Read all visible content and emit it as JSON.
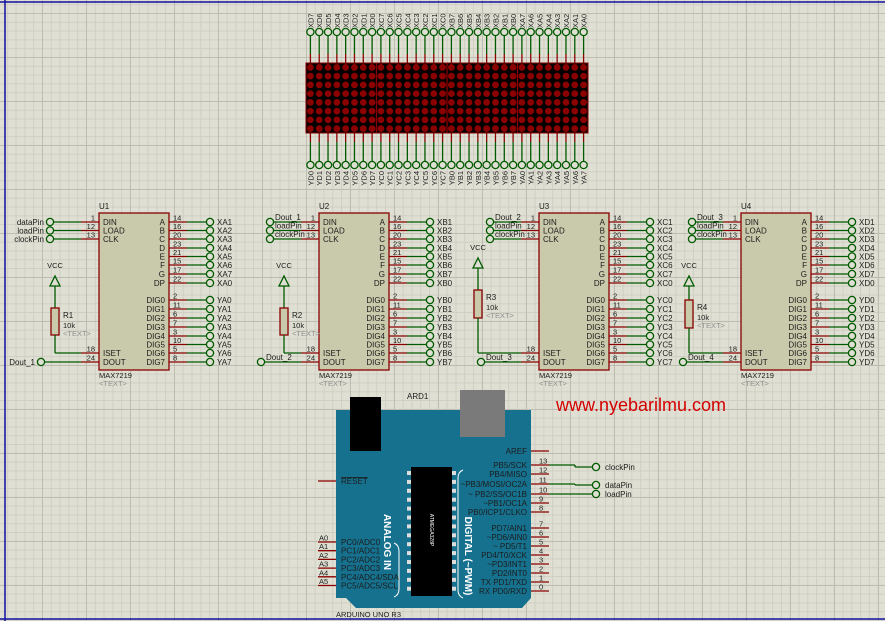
{
  "colors": {
    "wire": "#005a00",
    "pin": "#8a0000",
    "chip_fill": "#c9c9ab",
    "board": "#16718e",
    "led_on": "#8b0000",
    "frame": "#1010a0",
    "watermark": "#d40000"
  },
  "watermark": "www.nyebarilmu.com",
  "led_matrix": {
    "rows": 8,
    "cols": 32,
    "top_labels": [
      "XD7",
      "XD6",
      "XD5",
      "XD4",
      "XD3",
      "XD2",
      "XD1",
      "XD0",
      "XC7",
      "XC6",
      "XC5",
      "XC4",
      "XC3",
      "XC2",
      "XC1",
      "XC0",
      "XB7",
      "XB6",
      "XB5",
      "XB4",
      "XB3",
      "XB2",
      "XB1",
      "XB0",
      "XA7",
      "XA6",
      "XA5",
      "XA4",
      "XA3",
      "XA2",
      "XA1",
      "XA0"
    ],
    "bottom_labels": [
      "YD0",
      "YD1",
      "YD2",
      "YD3",
      "YD4",
      "YD5",
      "YD6",
      "YD7",
      "YC0",
      "YC1",
      "YC2",
      "YC3",
      "YC4",
      "YC5",
      "YC6",
      "YC7",
      "YB0",
      "YB1",
      "YB2",
      "YB3",
      "YB4",
      "YB5",
      "YB6",
      "YB7",
      "YA0",
      "YA1",
      "YA2",
      "YA3",
      "YA4",
      "YA5",
      "YA6",
      "YA7"
    ]
  },
  "chip_pins": {
    "left": [
      {
        "label": "DIN",
        "num": "1"
      },
      {
        "label": "LOAD",
        "num": "12"
      },
      {
        "label": "CLK",
        "num": "13"
      },
      {
        "label": "ISET",
        "num": "18"
      },
      {
        "label": "DOUT",
        "num": "24"
      }
    ],
    "right": [
      {
        "label": "A",
        "num": "14"
      },
      {
        "label": "B",
        "num": "16"
      },
      {
        "label": "C",
        "num": "20"
      },
      {
        "label": "D",
        "num": "23"
      },
      {
        "label": "E",
        "num": "21"
      },
      {
        "label": "F",
        "num": "15"
      },
      {
        "label": "G",
        "num": "17"
      },
      {
        "label": "DP",
        "num": "22"
      },
      {
        "label": "DIG0",
        "num": "2"
      },
      {
        "label": "DIG1",
        "num": "11"
      },
      {
        "label": "DIG2",
        "num": "6"
      },
      {
        "label": "DIG3",
        "num": "7"
      },
      {
        "label": "DIG4",
        "num": "3"
      },
      {
        "label": "DIG5",
        "num": "10"
      },
      {
        "label": "DIG6",
        "num": "5"
      },
      {
        "label": "DIG7",
        "num": "8"
      }
    ]
  },
  "chips": [
    {
      "ref": "U1",
      "part": "MAX7219",
      "text": "<TEXT>",
      "inputs": [
        "dataPin",
        "loadPin",
        "clockPin"
      ],
      "dout": "Dout_1",
      "outputs": [
        "XA1",
        "XA2",
        "XA3",
        "XA4",
        "XA5",
        "XA6",
        "XA7",
        "XA0",
        "YA0",
        "YA1",
        "YA2",
        "YA3",
        "YA4",
        "YA5",
        "YA6",
        "YA7"
      ],
      "resistor": {
        "ref": "R1",
        "value": "10k",
        "text": "<TEXT>",
        "supply": "VCC"
      }
    },
    {
      "ref": "U2",
      "part": "MAX7219",
      "text": "<TEXT>",
      "inputs": [
        "Dout_1",
        "loadPin",
        "clockPin"
      ],
      "dout": "Dout_2",
      "outputs": [
        "XB1",
        "XB2",
        "XB3",
        "XB4",
        "XB5",
        "XB6",
        "XB7",
        "XB0",
        "YB0",
        "YB1",
        "YB2",
        "YB3",
        "YB4",
        "YB5",
        "YB6",
        "YB7"
      ],
      "resistor": {
        "ref": "R2",
        "value": "10k",
        "text": "<TEXT>",
        "supply": "VCC"
      }
    },
    {
      "ref": "U3",
      "part": "MAX7219",
      "text": "<TEXT>",
      "inputs": [
        "Dout_2",
        "loadPin",
        "clockPin"
      ],
      "dout": "Dout_3",
      "outputs": [
        "XC1",
        "XC2",
        "XC3",
        "XC4",
        "XC5",
        "XC6",
        "XC7",
        "XC0",
        "YC0",
        "YC1",
        "YC2",
        "YC3",
        "YC4",
        "YC5",
        "YC6",
        "YC7"
      ],
      "resistor": {
        "ref": "R3",
        "value": "10k",
        "text": "<TEXT>",
        "supply": "VCC"
      }
    },
    {
      "ref": "U4",
      "part": "MAX7219",
      "text": "<TEXT>",
      "inputs": [
        "Dout_3",
        "loadPin",
        "clockPin"
      ],
      "dout": "Dout_4",
      "outputs": [
        "XD1",
        "XD2",
        "XD3",
        "XD4",
        "XD5",
        "XD6",
        "XD7",
        "XD0",
        "YD0",
        "YD1",
        "YD2",
        "YD3",
        "YD4",
        "YD5",
        "YD6",
        "YD7"
      ],
      "resistor": {
        "ref": "R4",
        "value": "10k",
        "text": "<TEXT>",
        "supply": "VCC"
      }
    }
  ],
  "arduino": {
    "ref": "ARD1",
    "part": "ARDUINO UNO R3",
    "chip_text": "ATMEGA328P",
    "reset": "RESET",
    "analog_title": "ANALOG IN",
    "digital_title": "DIGITAL (~PWM)",
    "analog": [
      {
        "num": "A0",
        "label": "PC0/ADC0"
      },
      {
        "num": "A1",
        "label": "PC1/ADC1"
      },
      {
        "num": "A2",
        "label": "PC2/ADC2"
      },
      {
        "num": "A3",
        "label": "PC3/ADC3"
      },
      {
        "num": "A4",
        "label": "PC4/ADC4/SDA"
      },
      {
        "num": "A5",
        "label": "PC5/ADC5/SCL"
      }
    ],
    "aref": "AREF",
    "digital": [
      {
        "num": "13",
        "label": "PB5/SCK",
        "net": "clockPin"
      },
      {
        "num": "12",
        "label": "PB4/MISO"
      },
      {
        "num": "11",
        "label": "~PB3/MOSI/OC2A",
        "net": "dataPin"
      },
      {
        "num": "10",
        "label": "~ PB2/SS/OC1B",
        "net": "loadPin"
      },
      {
        "num": "9",
        "label": "~PB1/OC1A"
      },
      {
        "num": "8",
        "label": "PB0/ICP1/CLKO"
      },
      {
        "num": "7",
        "label": "PD7/AIN1"
      },
      {
        "num": "6",
        "label": "~PD6/AIN0"
      },
      {
        "num": "5",
        "label": "~   PD5/T1"
      },
      {
        "num": "4",
        "label": "PD4/T0/XCK"
      },
      {
        "num": "3",
        "label": "~PD3/INT1"
      },
      {
        "num": "2",
        "label": "PD2/INT0"
      },
      {
        "num": "1",
        "label": "TX  PD1/TXD"
      },
      {
        "num": "0",
        "label": "RX  PD0/RXD"
      }
    ]
  }
}
